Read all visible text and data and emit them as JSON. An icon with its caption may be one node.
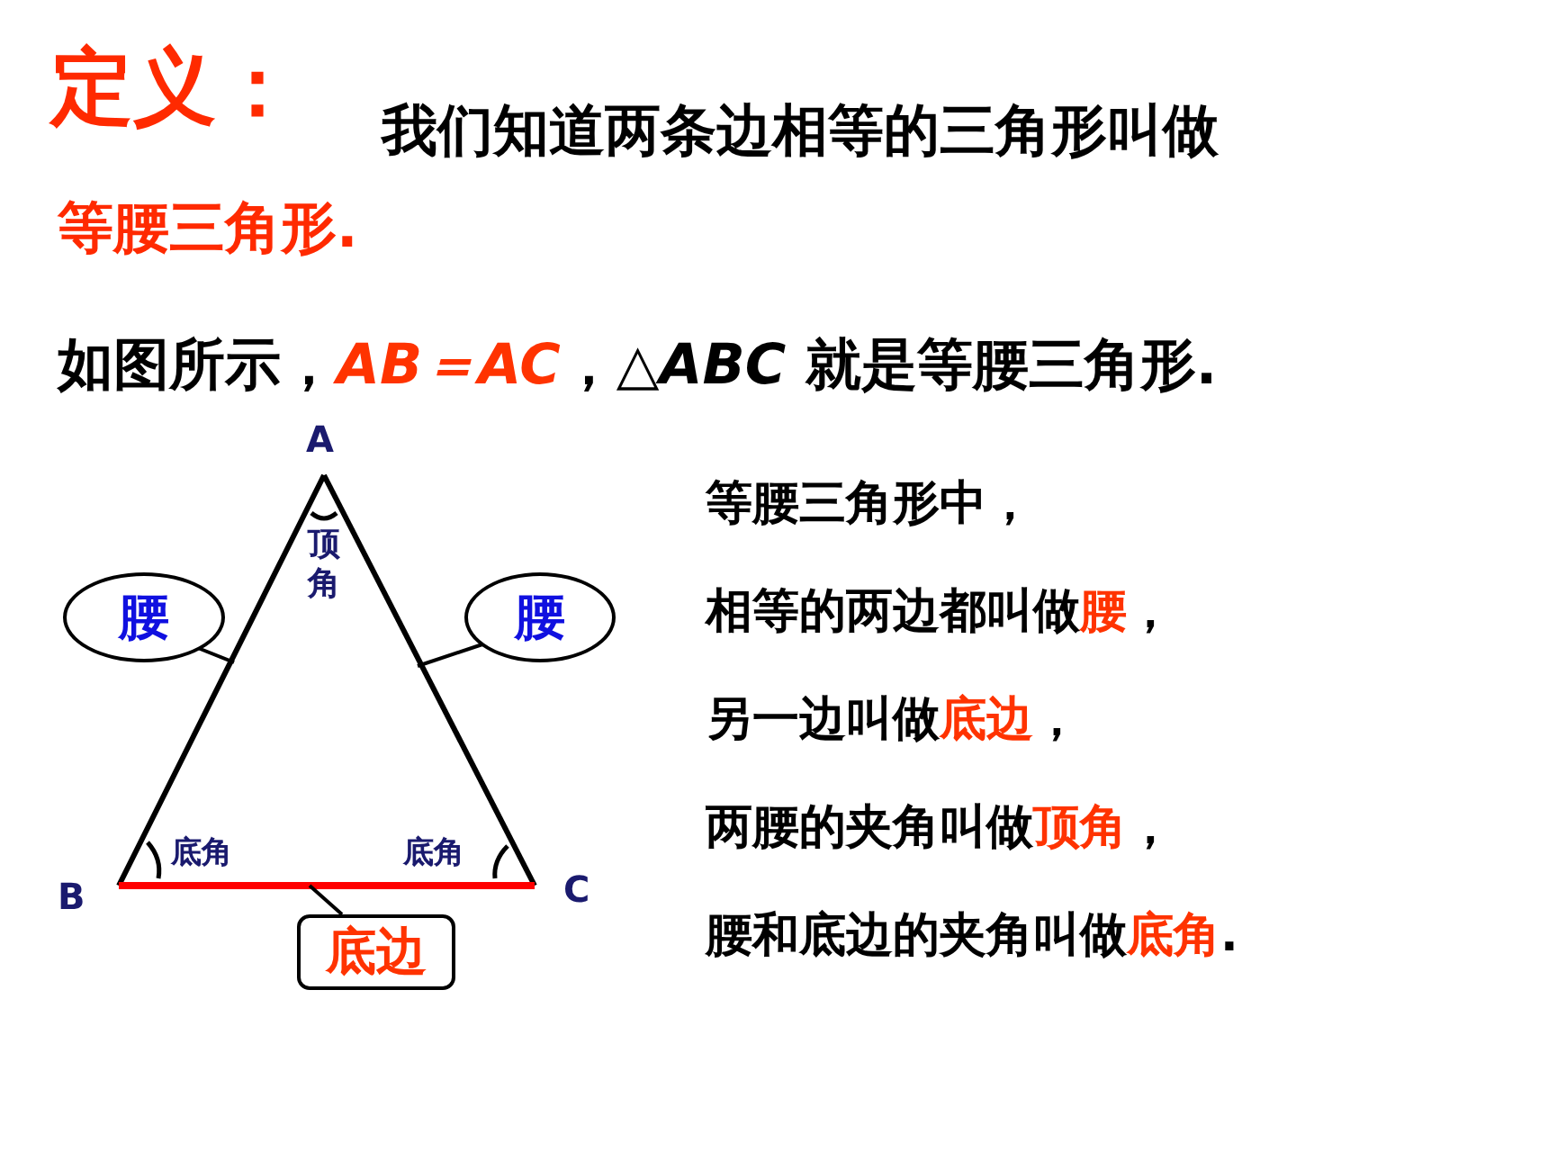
{
  "diagram": {
    "title": "定义：",
    "nodes": [
      {
        "text": [
          "腰"
        ]
      },
      {
        "text": [
          "腰"
        ]
      },
      {
        "text": [
          "底边"
        ]
      },
      {
        "text": [],
        "shape": "line"
      },
      {
        "text": [],
        "shape": "line"
      },
      {
        "text": [],
        "shape": "line"
      }
    ],
    "edges": [
      {
        "from": 0,
        "to": 3,
        "arrow": "none"
      },
      {
        "from": 1,
        "to": 4,
        "arrow": "none"
      },
      {
        "from": 2,
        "to": 5,
        "arrow": "none"
      }
    ],
    "labels": [
      "我们知道两条边相等的三角形叫做",
      "等腰三角形.",
      "如图所示，**AB＝AC**，*△ABC* 就是等腰三角形.",
      "A",
      "顶角",
      "B",
      "底角",
      "底角",
      "C",
      "等腰三角形中，",
      "相等的两边都叫做**腰**，",
      "另一边叫做**底边**，",
      "两腰的夹角叫做**顶角**，",
      "腰和底边的夹角叫做**底角**."
    ]
  }
}
